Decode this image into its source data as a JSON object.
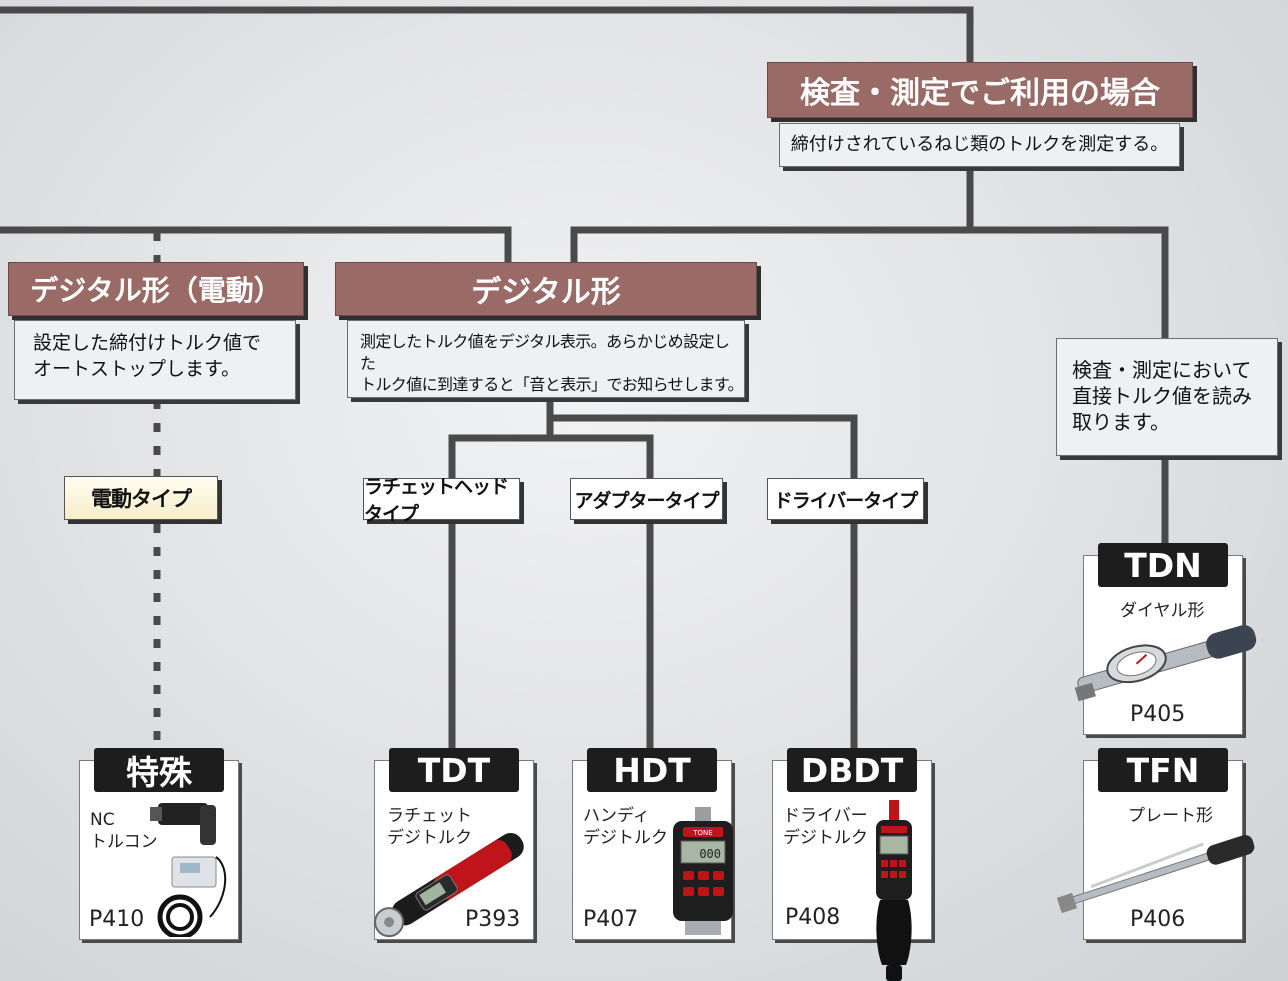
{
  "inspection": {
    "title": "検査・測定でご利用の場合",
    "desc": "締付けされているねじ類のトルクを測定する。"
  },
  "electric": {
    "title": "デジタル形（電動）",
    "desc_line1": "設定した締付けトルク値で",
    "desc_line2": "オートストップします。",
    "type_label": "電動タイプ"
  },
  "digital": {
    "title": "デジタル形",
    "desc_line1": "測定したトルク値をデジタル表示。あらかじめ設定した",
    "desc_line2": "トルク値に到達すると「音と表示」でお知らせします。",
    "types": [
      "ラチェットヘッドタイプ",
      "アダプタータイプ",
      "ドライバータイプ"
    ]
  },
  "direct": {
    "desc_line1": "検査・測定において",
    "desc_line2": "直接トルク値を読み",
    "desc_line3": "取ります。"
  },
  "products": {
    "special": {
      "code": "特殊",
      "name": "NC\nトルコン",
      "page": "P410"
    },
    "tdt": {
      "code": "TDT",
      "name": "ラチェット\nデジトルク",
      "page": "P393"
    },
    "hdt": {
      "code": "HDT",
      "name": "ハンディ\nデジトルク",
      "page": "P407"
    },
    "dbdt": {
      "code": "DBDT",
      "name": "ドライバー\nデジトルク",
      "page": "P408"
    },
    "tdn": {
      "code": "TDN",
      "name": "ダイヤル形",
      "page": "P405"
    },
    "tfn": {
      "code": "TFN",
      "name": "プレート形",
      "page": "P406"
    }
  },
  "device_labels": {
    "brand": "TONE",
    "display": "000"
  },
  "colors": {
    "heading": "#9a6a66",
    "line": "#4a4a4a",
    "tag": "#1d1d1d"
  }
}
